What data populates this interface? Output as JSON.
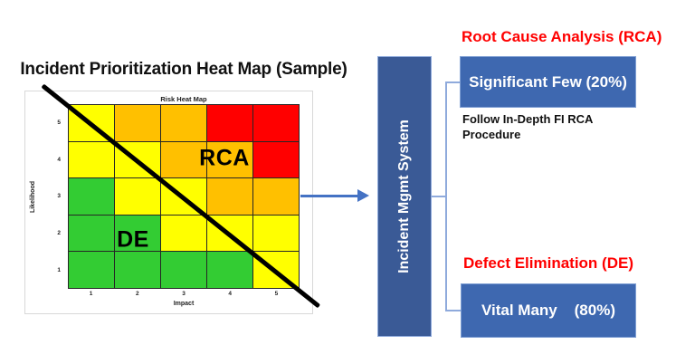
{
  "page": {
    "title": "Incident Prioritization Heat Map (Sample)"
  },
  "chart_data": {
    "type": "heatmap",
    "title": "Risk Heat Map",
    "xlabel": "Impact",
    "ylabel": "Likelihood",
    "x_ticks": [
      "1",
      "2",
      "3",
      "4",
      "5"
    ],
    "y_ticks": [
      "5",
      "4",
      "3",
      "2",
      "1"
    ],
    "rows_top_to_bottom": [
      [
        "yellow",
        "orange",
        "orange",
        "red",
        "red"
      ],
      [
        "yellow",
        "yellow",
        "orange",
        "orange",
        "red"
      ],
      [
        "green",
        "yellow",
        "yellow",
        "orange",
        "orange"
      ],
      [
        "green",
        "green",
        "yellow",
        "yellow",
        "yellow"
      ],
      [
        "green",
        "green",
        "green",
        "green",
        "yellow"
      ]
    ],
    "palette": {
      "green": "#33CC33",
      "yellow": "#FFFF00",
      "orange": "#FFC000",
      "red": "#FF0000"
    },
    "annotations": [
      {
        "text": "RCA",
        "likelihood": 4,
        "impact": 4
      },
      {
        "text": "DE",
        "likelihood": 2,
        "impact": 2
      }
    ],
    "diagonal_divider": "black line from upper-left to lower-right separating RCA zone from DE zone"
  },
  "flow": {
    "system_bar": "Incident Mgmt System",
    "rca_heading": "Root Cause Analysis (RCA)",
    "significant_box": "Significant Few (20%)",
    "procedure_note": "Follow In-Depth FI RCA Procedure",
    "de_heading": "Defect Elimination (DE)",
    "vital_box": "Vital Many    (80%)"
  },
  "colors": {
    "bar_blue": "#3A5A96",
    "box_blue": "#3E68B0",
    "box_border_blue": "#7F9FD4",
    "arrow_blue": "#4472C4",
    "connector_blue": "#8FAADC",
    "heading_red": "#FF0000",
    "divider_black": "#000000"
  }
}
